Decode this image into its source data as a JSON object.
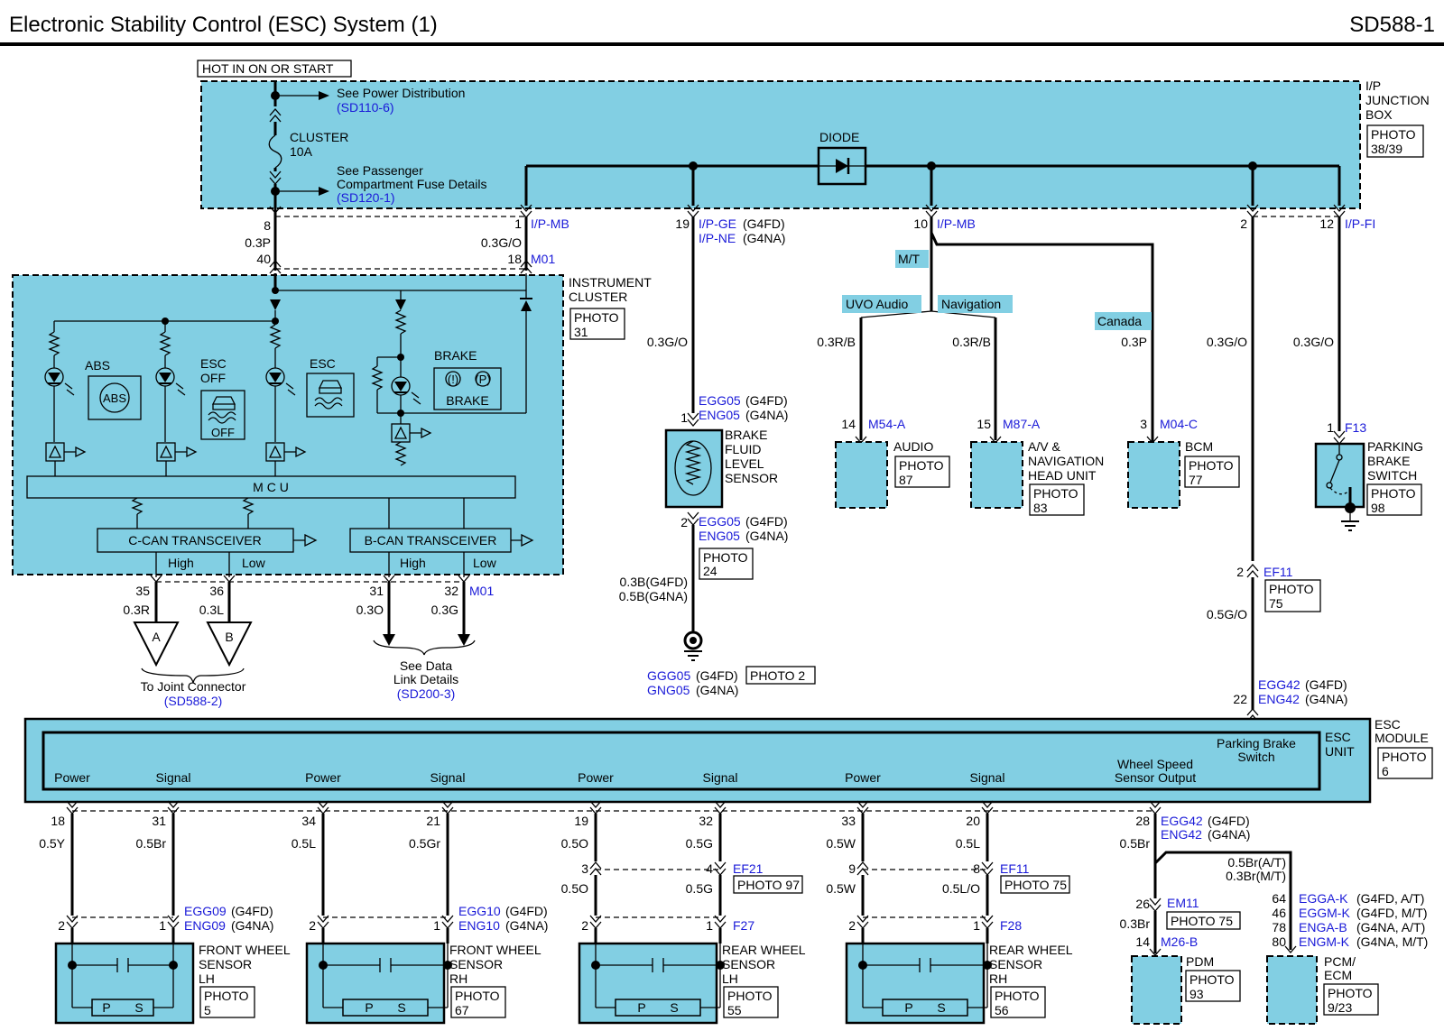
{
  "title": "Electronic Stability Control (ESC) System (1)",
  "page_code": "SD588-1",
  "power_label": "HOT IN ON OR START",
  "junction_box": {
    "label1": "I/P",
    "label2": "JUNCTION",
    "label3": "BOX",
    "photo1": "PHOTO",
    "photo2": "38/39"
  },
  "see_power": "See Power Distribution",
  "see_power_ref": "(SD110-6)",
  "fuse_name": "CLUSTER",
  "fuse_rating": "10A",
  "see_pass1": "See Passenger",
  "see_pass2": "Compartment Fuse Details",
  "see_pass_ref": "(SD120-1)",
  "diode": "DIODE",
  "cluster": {
    "label1": "INSTRUMENT",
    "label2": "CLUSTER",
    "photo1": "PHOTO",
    "photo2": "31",
    "abs": "ABS",
    "esc_off1": "ESC",
    "esc_off2": "OFF",
    "esc": "ESC",
    "brake": "BRAKE",
    "brake_icon_text": "BRAKE",
    "abs_icon": "ABS",
    "off_icon": "OFF",
    "mcu": "M C U",
    "c_can": "C-CAN TRANSCEIVER",
    "b_can": "B-CAN TRANSCEIVER",
    "high": "High",
    "low": "Low"
  },
  "pins": {
    "p8": "8",
    "p03P": "0.3P",
    "p40": "40",
    "p1": "1",
    "ipmb1": "I/P-MB",
    "p03GO": "0.3G/O",
    "p18": "18",
    "m01a": "M01",
    "p19": "19",
    "ipge": "I/P-GE",
    "g4fd": "(G4FD)",
    "ipne": "I/P-NE",
    "g4na": "(G4NA)",
    "p10": "10",
    "ipmb2": "I/P-MB",
    "p2top": "2",
    "p12": "12",
    "ipfi": "I/P-FI",
    "p35": "35",
    "p03R": "0.3R",
    "p36": "36",
    "p03L": "0.3L",
    "p31": "31",
    "p03O": "0.3O",
    "p32": "32",
    "p03G": "0.3G",
    "m01b": "M01"
  },
  "joint": {
    "a": "A",
    "b": "B",
    "label": "To Joint Connector",
    "ref": "(SD588-2)"
  },
  "dlc": {
    "label1": "See Data",
    "label2": "Link Details",
    "ref": "(SD200-3)"
  },
  "brake_fluid": {
    "wire_top": "0.3G/O",
    "pin1": "1",
    "egg05a": "EGG05",
    "g4fd_a": "(G4FD)",
    "eng05a": "ENG05",
    "g4na_a": "(G4NA)",
    "name1": "BRAKE",
    "name2": "FLUID",
    "name3": "LEVEL",
    "name4": "SENSOR",
    "pin2": "2",
    "egg05b": "EGG05",
    "g4fd_b": "(G4FD)",
    "eng05b": "ENG05",
    "g4na_b": "(G4NA)",
    "photo1": "PHOTO",
    "photo2": "24",
    "wire_b1": "0.3B(G4FD)",
    "wire_b2": "0.5B(G4NA)",
    "ggg05": "GGG05",
    "g4fd_c": "(G4FD)",
    "gng05": "GNG05",
    "g4na_c": "(G4NA)",
    "photo_gnd": "PHOTO 2"
  },
  "options": {
    "mt": "M/T",
    "uvo": "UVO Audio",
    "nav": "Navigation",
    "canada": "Canada"
  },
  "audio": {
    "wire": "0.3R/B",
    "pin": "14",
    "conn": "M54-A",
    "name": "AUDIO",
    "photo1": "PHOTO",
    "photo2": "87"
  },
  "avn": {
    "wire": "0.3R/B",
    "pin": "15",
    "conn": "M87-A",
    "name1": "A/V &",
    "name2": "NAVIGATION",
    "name3": "HEAD UNIT",
    "photo1": "PHOTO",
    "photo2": "83"
  },
  "bcm": {
    "wire": "0.3P",
    "pin": "3",
    "conn": "M04-C",
    "name": "BCM",
    "photo1": "PHOTO",
    "photo2": "77"
  },
  "esc_feed": {
    "wire": "0.3G/O",
    "pin": "2",
    "conn": "EF11",
    "photo1": "PHOTO",
    "photo2": "75",
    "wire2": "0.5G/O",
    "pin22": "22",
    "egg42": "EGG42",
    "g4fd": "(G4FD)",
    "eng42": "ENG42",
    "g4na": "(G4NA)"
  },
  "park_switch": {
    "wire": "0.3G/O",
    "pin": "1",
    "conn": "F13",
    "name1": "PARKING",
    "name2": "BRAKE",
    "name3": "SWITCH",
    "photo1": "PHOTO",
    "photo2": "98"
  },
  "esc_module": {
    "name1": "ESC",
    "name2": "MODULE",
    "unit1": "ESC",
    "unit2": "UNIT",
    "photo1": "PHOTO",
    "photo2": "6",
    "park1": "Parking Brake",
    "park2": "Switch",
    "wss1": "Wheel Speed",
    "wss2": "Sensor Output",
    "power": "Power",
    "signal": "Signal"
  },
  "sensors": [
    {
      "pinP": "18",
      "wireP": "0.5Y",
      "pinS": "31",
      "wireS": "0.5Br",
      "c2": "2",
      "c1": "1",
      "connA": "EGG09",
      "connAs": "(G4FD)",
      "connB": "ENG09",
      "connBs": "(G4NA)",
      "name1": "FRONT WHEEL",
      "name2": "SENSOR",
      "name3": "LH",
      "photo1": "PHOTO",
      "photo2": "5"
    },
    {
      "pinP": "34",
      "wireP": "0.5L",
      "pinS": "21",
      "wireS": "0.5Gr",
      "c2": "2",
      "c1": "1",
      "connA": "EGG10",
      "connAs": "(G4FD)",
      "connB": "ENG10",
      "connBs": "(G4NA)",
      "name1": "FRONT WHEEL",
      "name2": "SENSOR",
      "name3": "RH",
      "photo1": "PHOTO",
      "photo2": "67"
    },
    {
      "pinP": "19",
      "wireP": "0.5O",
      "pinS": "32",
      "wireS": "0.5G",
      "mid1": "3",
      "mid2": "4",
      "midConn": "EF21",
      "midPhoto": "PHOTO 97",
      "wireP2": "0.5O",
      "wireS2": "0.5G",
      "c2": "2",
      "c1": "1",
      "conn": "F27",
      "name1": "REAR WHEEL",
      "name2": "SENSOR",
      "name3": "LH",
      "photo1": "PHOTO",
      "photo2": "55"
    },
    {
      "pinP": "33",
      "wireP": "0.5W",
      "pinS": "20",
      "wireS": "0.5L",
      "mid1": "9",
      "mid2": "8",
      "midConn": "EF11",
      "midPhoto": "PHOTO 75",
      "wireP2": "0.5W",
      "wireS2": "0.5L/O",
      "c2": "2",
      "c1": "1",
      "conn": "F28",
      "name1": "REAR WHEEL",
      "name2": "SENSOR",
      "name3": "RH",
      "photo1": "PHOTO",
      "photo2": "56"
    }
  ],
  "sensor_box": {
    "p": "P",
    "s": "S"
  },
  "wss_out": {
    "pin": "28",
    "egg42": "EGG42",
    "g4fd": "(G4FD)",
    "eng42": "ENG42",
    "g4na": "(G4NA)",
    "wire": "0.5Br",
    "wire_at": "0.5Br(A/T)",
    "wire_mt": "0.3Br(M/T)",
    "pin26": "26",
    "em11": "EM11",
    "em11_photo": "PHOTO 75",
    "wire2": "0.3Br",
    "pin14": "14",
    "m26b": "M26-B",
    "pdm": "PDM",
    "pdm_photo1": "PHOTO",
    "pdm_photo2": "93",
    "pcm_pins": [
      {
        "pin": "64",
        "conn": "EGGA-K",
        "spec": "(G4FD, A/T)"
      },
      {
        "pin": "46",
        "conn": "EGGM-K",
        "spec": "(G4FD, M/T)"
      },
      {
        "pin": "78",
        "conn": "ENGA-B",
        "spec": "(G4NA, A/T)"
      },
      {
        "pin": "80",
        "conn": "ENGM-K",
        "spec": "(G4NA, M/T)"
      }
    ],
    "pcm1": "PCM/",
    "pcm2": "ECM",
    "pcm_photo1": "PHOTO",
    "pcm_photo2": "9/23"
  }
}
